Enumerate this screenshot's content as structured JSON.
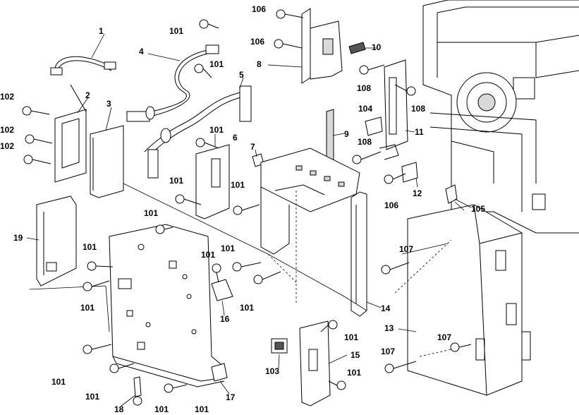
{
  "diagram": {
    "labels": {
      "l1": "1",
      "l2": "2",
      "l3": "3",
      "l4": "4",
      "l5": "5",
      "l6": "6",
      "l7": "7",
      "l8": "8",
      "l9": "9",
      "l10": "10",
      "l11": "11",
      "l12": "12",
      "l13": "13",
      "l14": "14",
      "l15": "15",
      "l16": "16",
      "l17": "17",
      "l18": "18",
      "l19": "19",
      "s101": "101",
      "s102": "102",
      "s103": "103",
      "s104": "104",
      "s105": "105",
      "s106": "106",
      "s107": "107",
      "s108": "108"
    }
  }
}
